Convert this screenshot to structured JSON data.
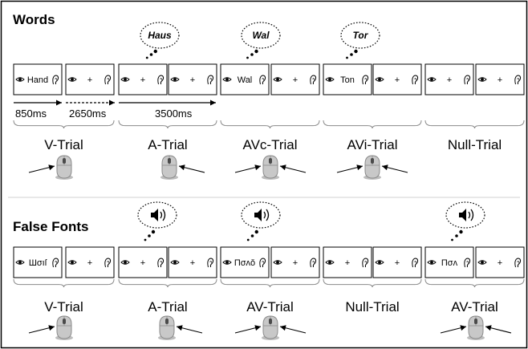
{
  "sections": {
    "words": {
      "title": "Words",
      "panels": [
        "Hand",
        "+",
        "+",
        "+",
        "Wal",
        "+",
        "Ton",
        "+",
        "+",
        "+"
      ],
      "bubbles": [
        "Haus",
        "Wal",
        "Tor"
      ],
      "timings": [
        "850ms",
        "2650ms",
        "3500ms"
      ],
      "trials": [
        "V-Trial",
        "A-Trial",
        "AVc-Trial",
        "AVi-Trial",
        "Null-Trial"
      ]
    },
    "false_fonts": {
      "title": "False Fonts",
      "panels": [
        "Шσıſ",
        "+",
        "+",
        "+",
        "Пσʌǒ",
        "+",
        "+",
        "+",
        "Пσʌ",
        "+"
      ],
      "trials": [
        "V-Trial",
        "A-Trial",
        "AV-Trial",
        "Null-Trial",
        "AV-Trial"
      ]
    }
  },
  "icons": {
    "panel_left": "eye-icon",
    "panel_right": "ear-icon",
    "bubble_sound": "speaker-icon",
    "response": "computer-mouse-icon"
  },
  "colors": {
    "border": "#000000",
    "mouse_body": "#c8c8c8",
    "mouse_shadow": "#8a8a8a"
  }
}
